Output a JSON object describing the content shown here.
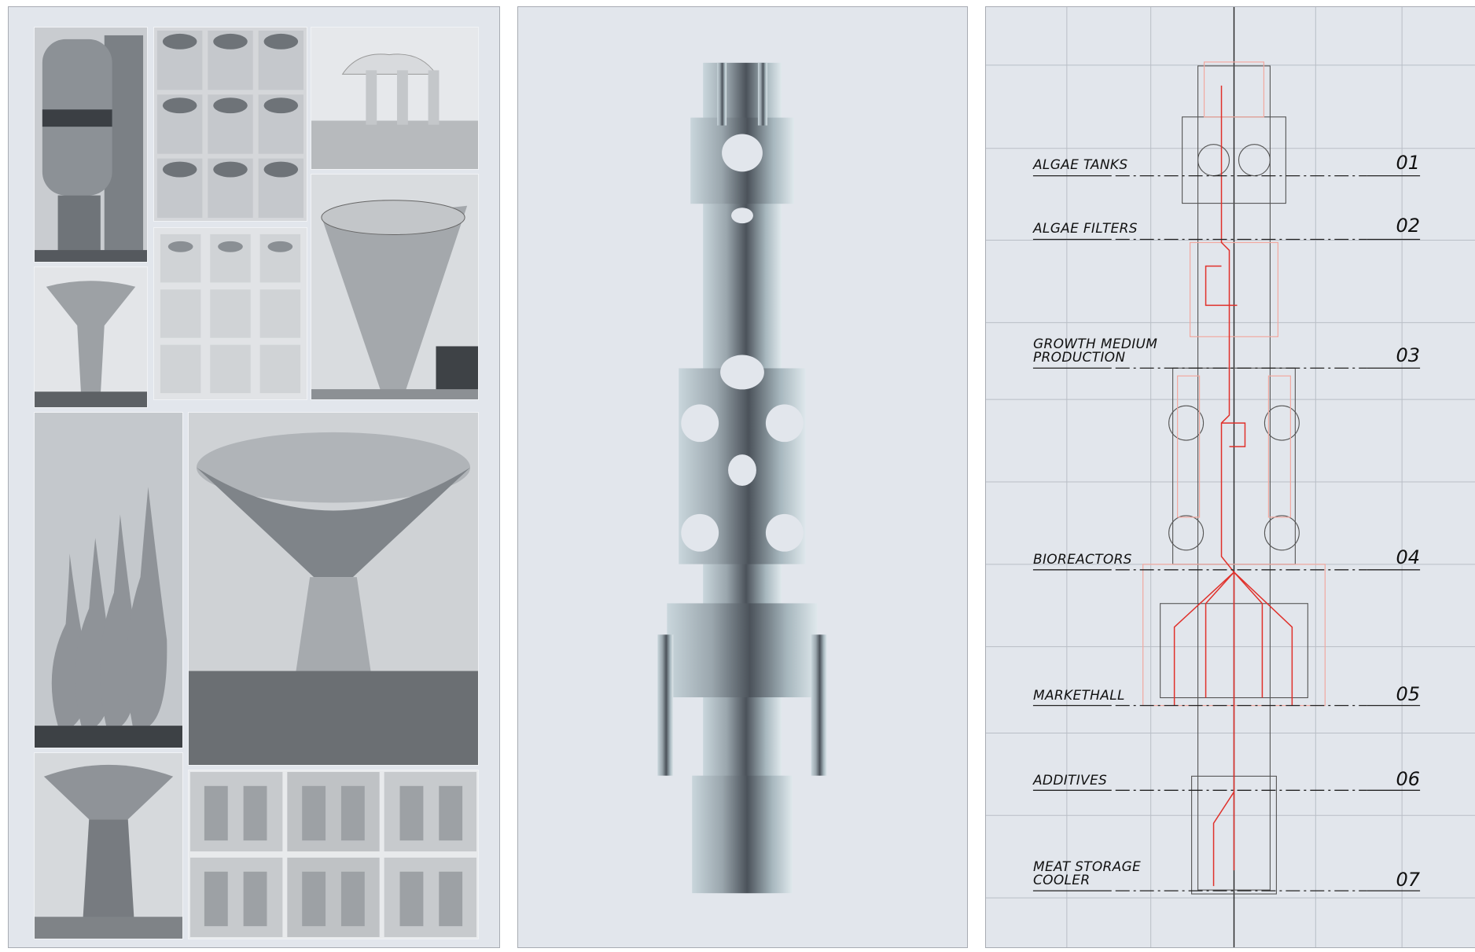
{
  "diagram": {
    "levels": [
      {
        "label": "ALGAE TANKS",
        "number": "01"
      },
      {
        "label": "ALGAE FILTERS",
        "number": "02"
      },
      {
        "label": "GROWTH MEDIUM\nPRODUCTION",
        "number": "03"
      },
      {
        "label": "BIOREACTORS",
        "number": "04"
      },
      {
        "label": "MARKETHALL",
        "number": "05"
      },
      {
        "label": "ADDITIVES",
        "number": "06"
      },
      {
        "label": "MEAT STORAGE\nCOOLER",
        "number": "07"
      }
    ]
  },
  "colors": {
    "panel_bg": "#e2e6ec",
    "grid": "#b9bec6",
    "axis": "#222222",
    "red_lines": "#e0302a",
    "pink_lines": "#f2a9a0"
  }
}
